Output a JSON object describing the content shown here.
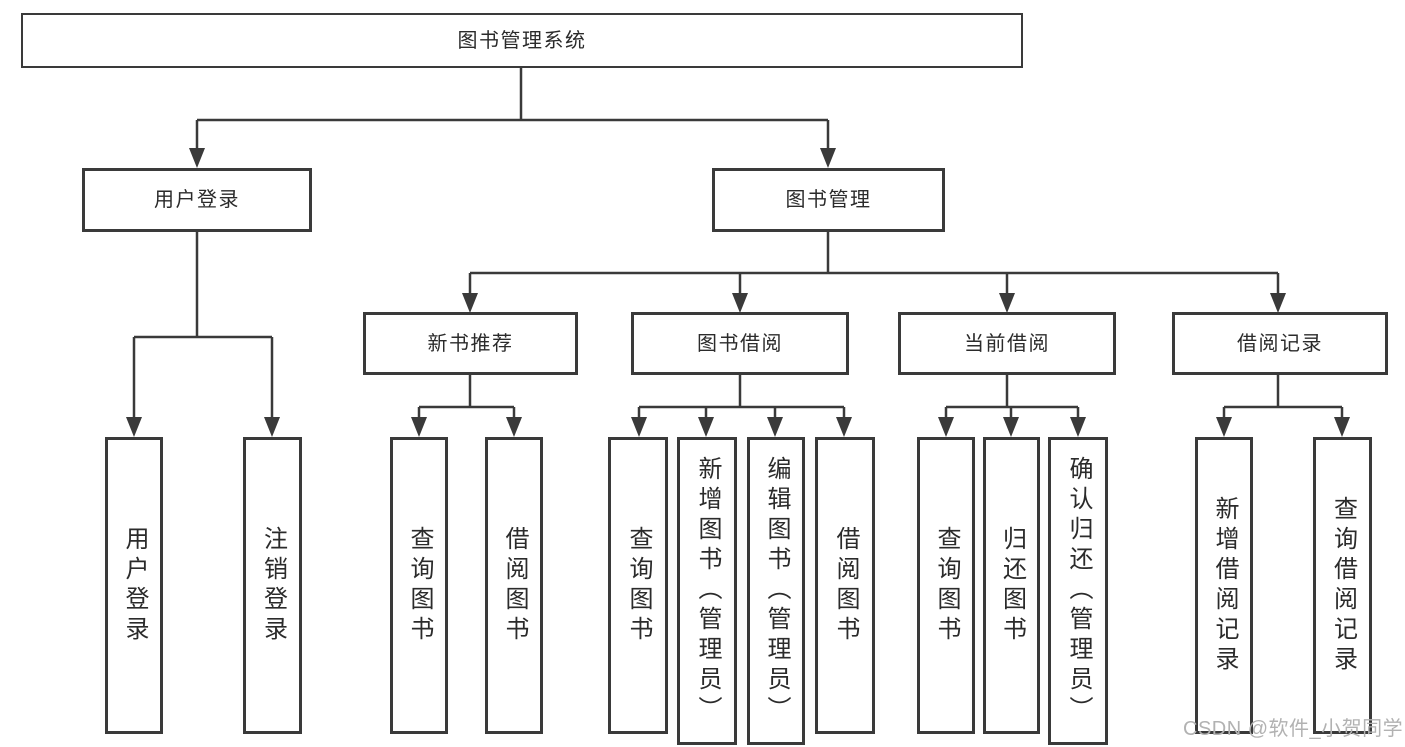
{
  "tree": {
    "label": "图书管理系统",
    "children": [
      {
        "label": "用户登录",
        "children": [
          {
            "label": "用户登录"
          },
          {
            "label": "注销登录"
          }
        ]
      },
      {
        "label": "图书管理",
        "children": [
          {
            "label": "新书推荐",
            "children": [
              {
                "label": "查询图书"
              },
              {
                "label": "借阅图书"
              }
            ]
          },
          {
            "label": "图书借阅",
            "children": [
              {
                "label": "查询图书"
              },
              {
                "label": "新增图书（管理员）"
              },
              {
                "label": "编辑图书（管理员）"
              },
              {
                "label": "借阅图书"
              }
            ]
          },
          {
            "label": "当前借阅",
            "children": [
              {
                "label": "查询图书"
              },
              {
                "label": "归还图书"
              },
              {
                "label": "确认归还（管理员）"
              }
            ]
          },
          {
            "label": "借阅记录",
            "children": [
              {
                "label": "新增借阅记录"
              },
              {
                "label": "查询借阅记录"
              }
            ]
          }
        ]
      }
    ]
  },
  "watermark": {
    "text": "CSDN @软件_小贺同学"
  },
  "colors": {
    "line": "#3a3a3a",
    "box_border": "#3a3a3a",
    "text": "#2b2b2b",
    "watermark": "#b2b2b2",
    "background": "#ffffff"
  }
}
